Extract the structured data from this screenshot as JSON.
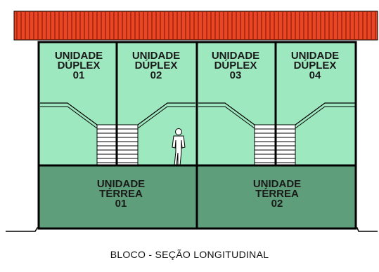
{
  "colors": {
    "roof": "#ef4422",
    "upper_floor": "#9ee8c0",
    "lower_floor": "#5f9e7a",
    "wall": "#000000",
    "background": "#ffffff"
  },
  "duplex_units": [
    {
      "line1": "UNIDADE",
      "line2": "DÚPLEX",
      "line3": "01"
    },
    {
      "line1": "UNIDADE",
      "line2": "DÚPLEX",
      "line3": "02"
    },
    {
      "line1": "UNIDADE",
      "line2": "DÚPLEX",
      "line3": "03"
    },
    {
      "line1": "UNIDADE",
      "line2": "DÚPLEX",
      "line3": "04"
    }
  ],
  "ground_units": [
    {
      "line1": "UNIDADE",
      "line2": "TÉRREA",
      "line3": "01"
    },
    {
      "line1": "UNIDADE",
      "line2": "TÉRREA",
      "line3": "02"
    }
  ],
  "caption": "BLOCO - SEÇÃO LONGITUDINAL"
}
